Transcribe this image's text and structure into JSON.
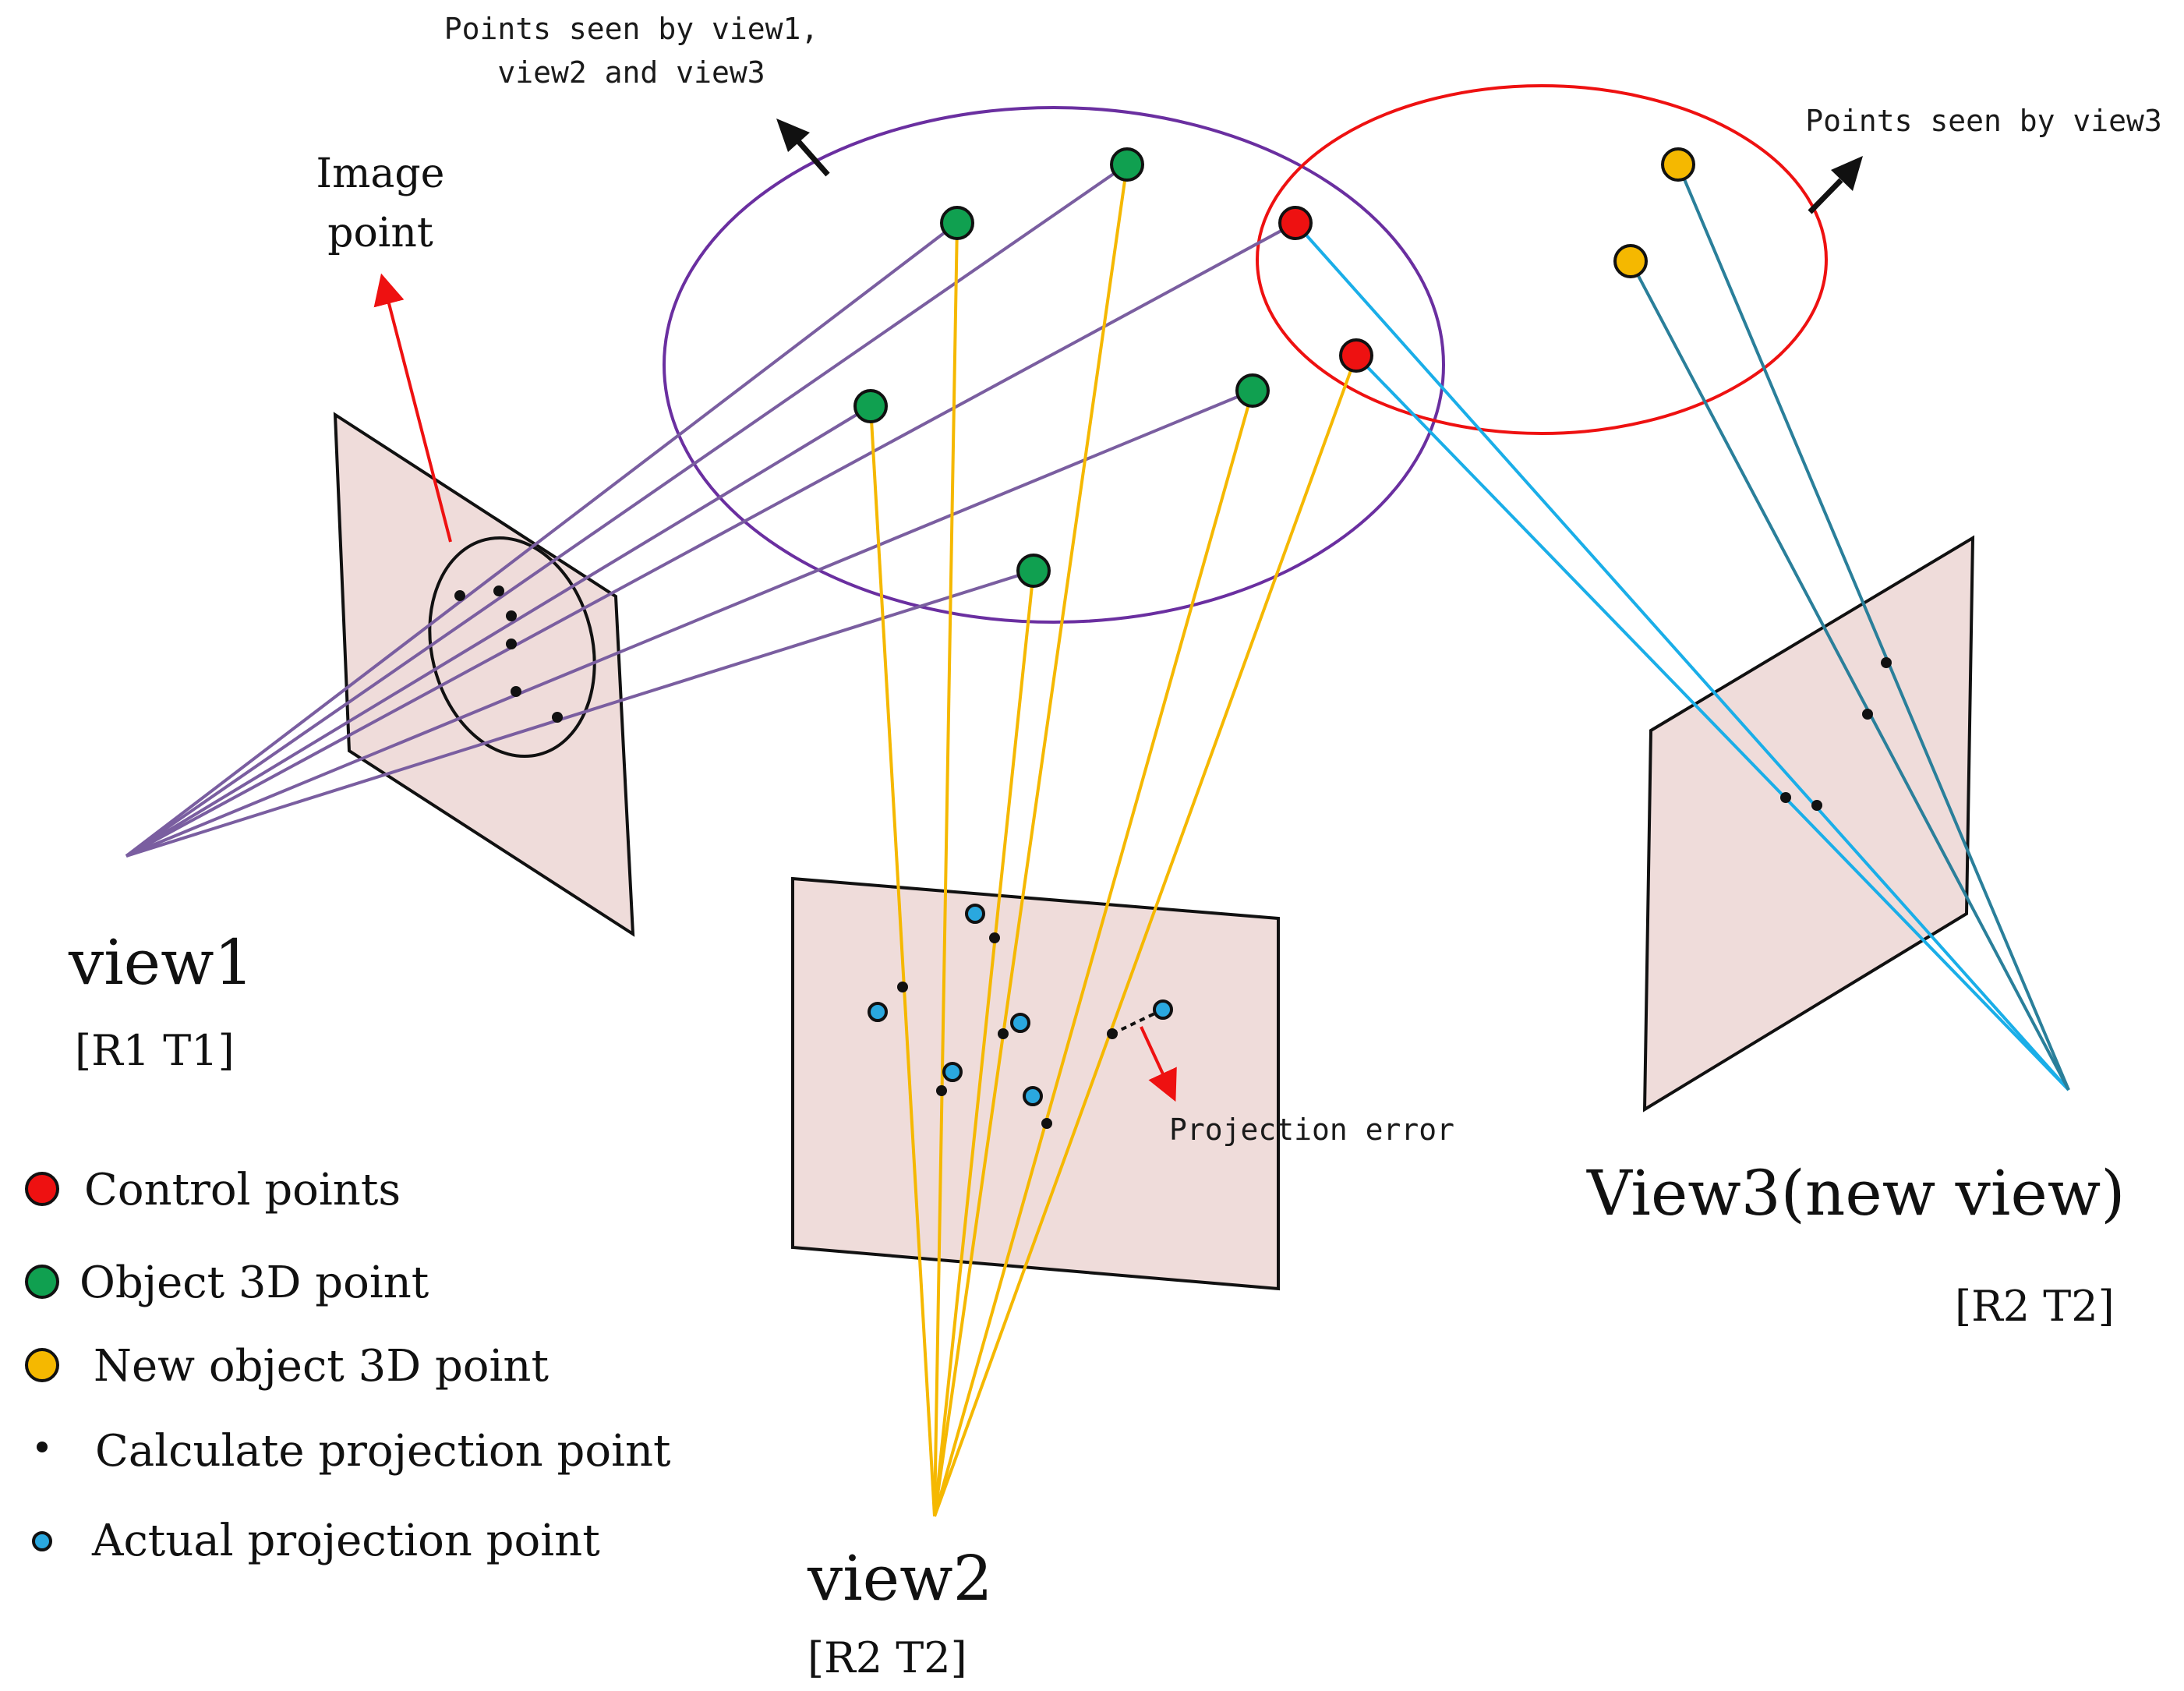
{
  "annotations": {
    "points_all_views": [
      "Points seen by view1,",
      "view2 and view3"
    ],
    "points_view3": "Points seen by view3",
    "image_point": [
      "Image",
      "point"
    ],
    "projection_error": "Projection error"
  },
  "views": {
    "view1": {
      "name": "view1",
      "params": "[R1 T1]"
    },
    "view2": {
      "name": "view2",
      "params": "[R2 T2]"
    },
    "view3": {
      "name": "View3(new view)",
      "params": "[R2 T2]"
    }
  },
  "legend": [
    {
      "label": "Control points",
      "marker": "control"
    },
    {
      "label": "Object 3D point",
      "marker": "object"
    },
    {
      "label": "New object 3D point",
      "marker": "new"
    },
    {
      "label": "Calculate projection point",
      "marker": "calc"
    },
    {
      "label": "Actual projection point",
      "marker": "actual"
    }
  ],
  "colors": {
    "control": "#ee1111",
    "object": "#10a050",
    "new_object": "#f5b800",
    "calc": "#111111",
    "actual": "#2aa8df",
    "view1_rays": "#7a5ea0",
    "view2_rays": "#f5b800",
    "view3_rays_control": "#1aaee8",
    "view3_rays_new": "#2a7f9a",
    "plane_fill": "#efdcda",
    "ellipse_shared": "#6a2fa0",
    "ellipse_view3": "#ee1111",
    "arrow_red": "#ee1111"
  }
}
